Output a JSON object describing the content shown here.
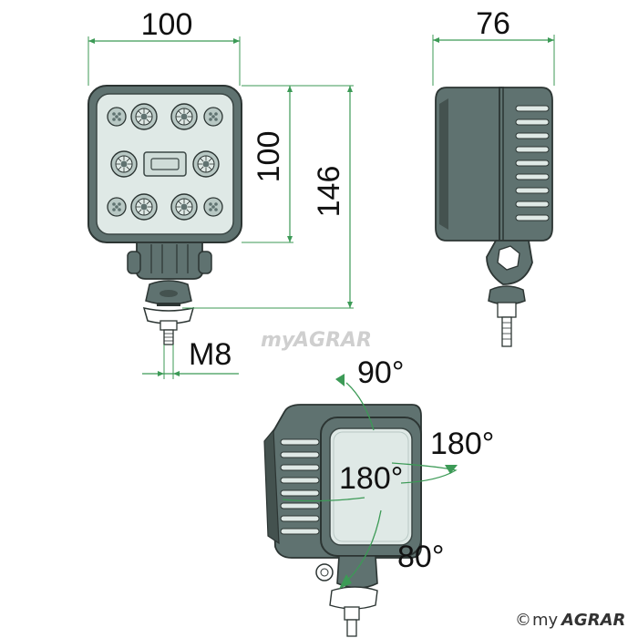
{
  "dimensions": {
    "front_width": "100",
    "side_depth": "76",
    "housing_height": "100",
    "total_height": "146",
    "thread": "M8"
  },
  "angles": {
    "tilt_vertical": "90°",
    "rotate_side": "180°",
    "rotate_center": "180°",
    "tilt_down": "80°"
  },
  "watermark": {
    "center_prefix": "my",
    "center_brand": "AGRAR",
    "copyright_symbol": "©",
    "footer_prefix": "my",
    "footer_brand": "AGRAR"
  },
  "colors": {
    "dimension_line": "#3c9a56",
    "housing": "#5f7270",
    "housing_dark": "#44524f",
    "lens": "#dfe9e6",
    "led_ring": "#b8c8c4"
  }
}
